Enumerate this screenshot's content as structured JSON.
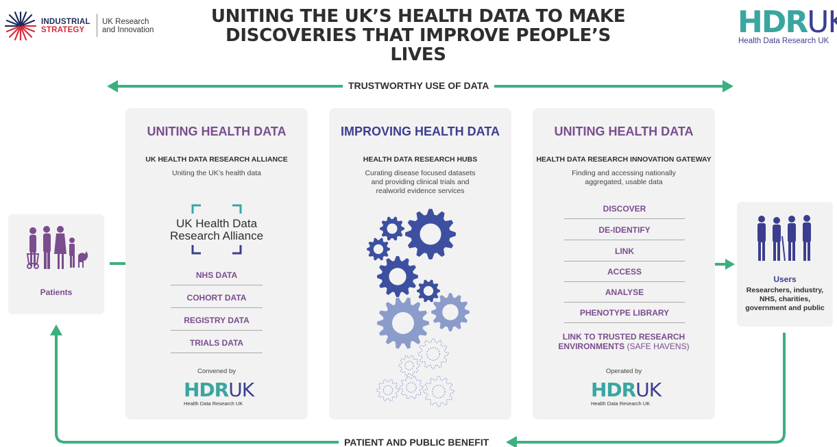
{
  "header": {
    "industrial_line1": "INDUSTRIAL",
    "industrial_line2": "STRATEGY",
    "ukri_line1": "UK Research",
    "ukri_line2": "and Innovation",
    "title_line1": "UNITING THE UK’S HEALTH DATA TO MAKE",
    "title_line2": "DISCOVERIES THAT IMPROVE PEOPLE’S LIVES",
    "logo_hdr": "HDR",
    "logo_uk": "UK",
    "logo_sub": "Health Data Research UK"
  },
  "top_arrow_label": "TRUSTWORTHY USE OF DATA",
  "bottom_arrow_label": "PATIENT AND PUBLIC BENEFIT",
  "patients": {
    "label": "Patients",
    "icon": "family-icon"
  },
  "users": {
    "label": "Users",
    "desc_line1": "Researchers, industry,",
    "desc_line2": "NHS, charities,",
    "desc_line3": "government and public",
    "icon": "people-icon"
  },
  "panel_left": {
    "title": "UNITING HEALTH DATA",
    "subtitle": "UK HEALTH DATA RESEARCH ALLIANCE",
    "desc": "Uniting the UK’s health data",
    "alliance_line1": "UK Health Data",
    "alliance_line2": "Research Alliance",
    "items": [
      "NHS DATA",
      "COHORT DATA",
      "REGISTRY DATA",
      "TRIALS DATA"
    ],
    "caption": "Convened by",
    "logo_hdr": "HDR",
    "logo_uk": "UK",
    "logo_sub": "Health Data Research UK"
  },
  "panel_middle": {
    "title": "IMPROVING HEALTH DATA",
    "subtitle": "HEALTH DATA RESEARCH HUBS",
    "desc_line1": "Curating disease focused datasets",
    "desc_line2": "and providing clinical trials and",
    "desc_line3": "realworld evidence services",
    "icon": "gears-icon"
  },
  "panel_right": {
    "title": "UNITING HEALTH DATA",
    "subtitle": "HEALTH DATA RESEARCH INNOVATION GATEWAY",
    "desc_line1": "Finding and accessing nationally",
    "desc_line2": "aggregated, usable data",
    "items": [
      "DISCOVER",
      "DE-IDENTIFY",
      "LINK",
      "ACCESS",
      "ANALYSE",
      "PHENOTYPE LIBRARY"
    ],
    "last_item_line1": "LINK TO TRUSTED RESEARCH",
    "last_item_line2": "ENVIRONMENTS",
    "last_item_suffix": "(SAFE HAVENS)",
    "caption": "Operated by",
    "logo_hdr": "HDR",
    "logo_uk": "UK",
    "logo_sub": "Health Data Research UK"
  },
  "colors": {
    "arrow_green": "#3bb07e",
    "purple": "#7a4d8e",
    "blue": "#3b3e8f",
    "teal": "#3aa6a0",
    "gear_dark": "#3d4fa0",
    "gear_light": "#8b9ccb",
    "panel_bg": "#f2f2f2"
  }
}
